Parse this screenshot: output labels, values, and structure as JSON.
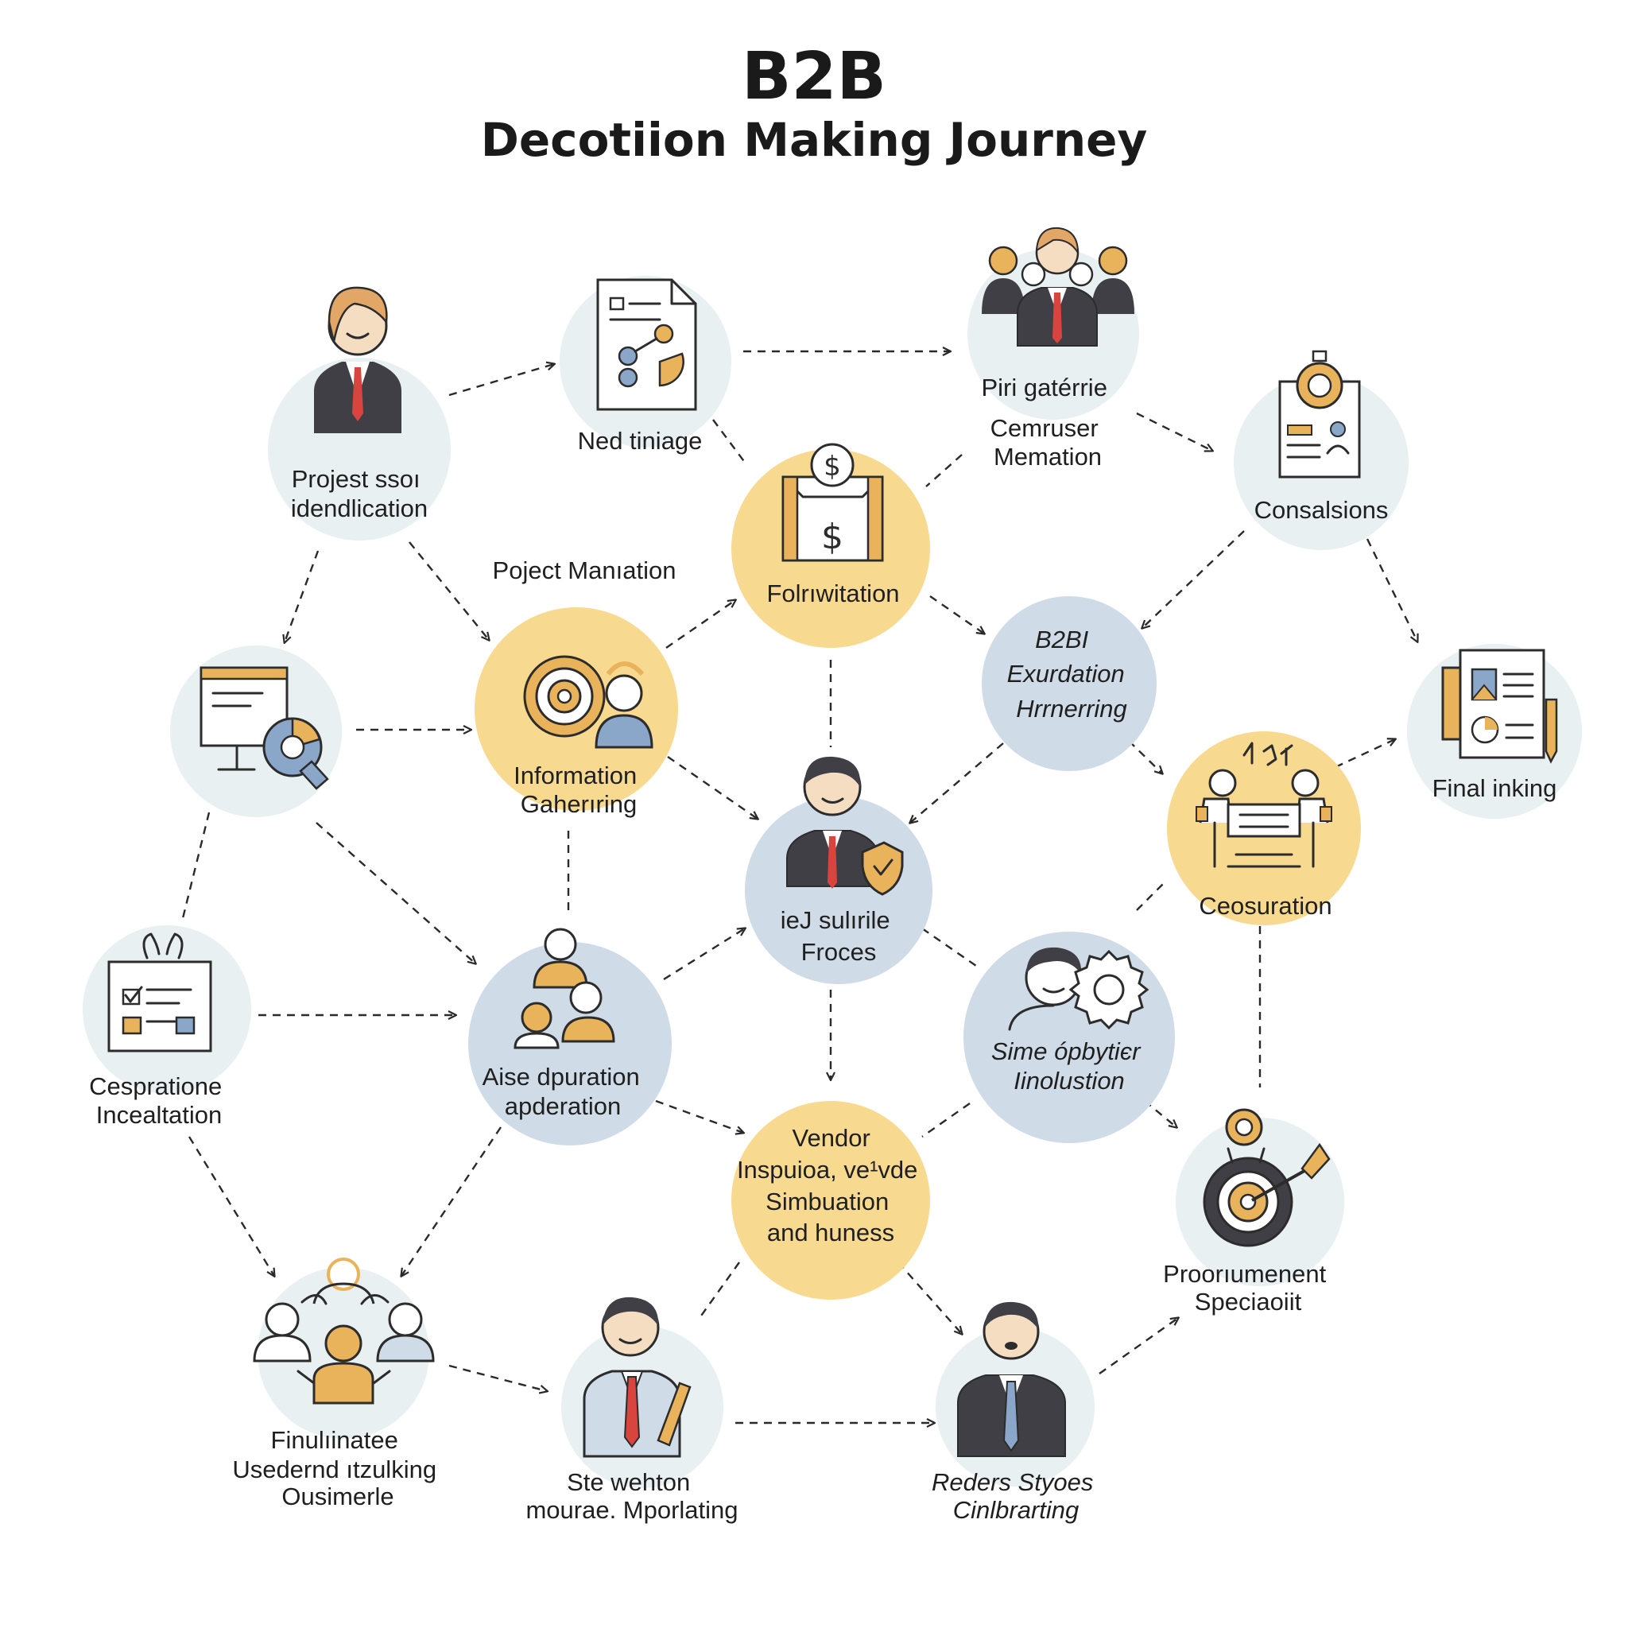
{
  "title": {
    "line1": "B2B",
    "line2": "Decotiion Making Journey"
  },
  "colors": {
    "gray_node": "#e9f0f2",
    "blue_node": "#cfdce8",
    "yellow_node": "#f8d990",
    "accent_orange": "#e9b35b",
    "accent_red": "#d9443e",
    "accent_blue": "#8aa6c8",
    "edge": "#2a2a2a"
  },
  "nodes": [
    {
      "id": "n1",
      "color": "gray",
      "icon": "businesswoman-icon",
      "label": [
        "Projest ssoı",
        "idendlication"
      ],
      "italic": false
    },
    {
      "id": "n2",
      "color": "gray",
      "icon": "analytics-document-icon",
      "label": [
        "Ned tiniage"
      ],
      "italic": false
    },
    {
      "id": "n3",
      "color": "gray",
      "icon": "team-leader-icon",
      "label": [
        "Piri gatérrie",
        "Cemruser",
        "Memation"
      ],
      "italic": false
    },
    {
      "id": "n4",
      "color": "gray",
      "icon": "badge-document-icon",
      "label": [
        "Consalsions"
      ],
      "italic": false
    },
    {
      "id": "n5",
      "color": "yellow",
      "icon": "money-package-icon",
      "label": [
        "Folrıwitation"
      ],
      "italic": false
    },
    {
      "id": "n6",
      "color": "gray",
      "icon": "computer-chart-icon",
      "label": [],
      "italic": false
    },
    {
      "id": "n7",
      "color": "yellow",
      "icon": "target-person-icon",
      "label": [
        "Information",
        "Gaherıring"
      ],
      "italic": false
    },
    {
      "id": "n8",
      "color": "blue",
      "icon": "none",
      "label": [
        "B2BI",
        "Exurdation",
        "Hrrnerring"
      ],
      "italic": true
    },
    {
      "id": "n9",
      "color": "gray",
      "icon": "report-document-icon",
      "label": [
        "Final inking"
      ],
      "italic": false
    },
    {
      "id": "n10",
      "color": "blue",
      "icon": "businessman-shield-icon",
      "label": [
        "ieJ sulırile",
        "Froces"
      ],
      "italic": false
    },
    {
      "id": "n11",
      "color": "yellow",
      "icon": "negotiation-table-icon",
      "label": [
        "Ceosuration"
      ],
      "italic": false
    },
    {
      "id": "n12",
      "color": "gray",
      "icon": "checklist-board-icon",
      "label": [
        "Cespratione",
        "Incealtation"
      ],
      "italic": false
    },
    {
      "id": "n13",
      "color": "blue",
      "icon": "users-group-icon",
      "label": [
        "Aise dpuration",
        "apderation"
      ],
      "italic": false
    },
    {
      "id": "n14",
      "color": "blue",
      "icon": "person-gear-icon",
      "label": [
        "Sime ópbytiєr",
        "Iinolustion"
      ],
      "italic": true
    },
    {
      "id": "n15",
      "color": "yellow",
      "icon": "none",
      "label": [
        "Vendor",
        "Inspuioa, ve¹vde",
        "Simbuation",
        "and huness"
      ],
      "italic": false
    },
    {
      "id": "n16",
      "color": "gray",
      "icon": "target-dart-icon",
      "label": [
        "Proorıumenent",
        "Speciaoiit"
      ],
      "italic": false
    },
    {
      "id": "n17",
      "color": "gray",
      "icon": "team-network-icon",
      "label": [
        "Finulıinatee",
        "Usedernd ıtzulking",
        "Ousimerle"
      ],
      "italic": true
    },
    {
      "id": "n18",
      "color": "gray",
      "icon": "businessman-pen-icon",
      "label": [
        "Ste wehton",
        "mourae. Mporlating"
      ],
      "italic": false
    },
    {
      "id": "n19",
      "color": "gray",
      "icon": "businessman-talking-icon",
      "label": [
        "Reders Styoes",
        "Cinlbrarting"
      ],
      "italic": true
    },
    {
      "id": "n20",
      "color": "none",
      "icon": "none",
      "label": [
        "Poject Manıation"
      ],
      "italic": false
    }
  ]
}
